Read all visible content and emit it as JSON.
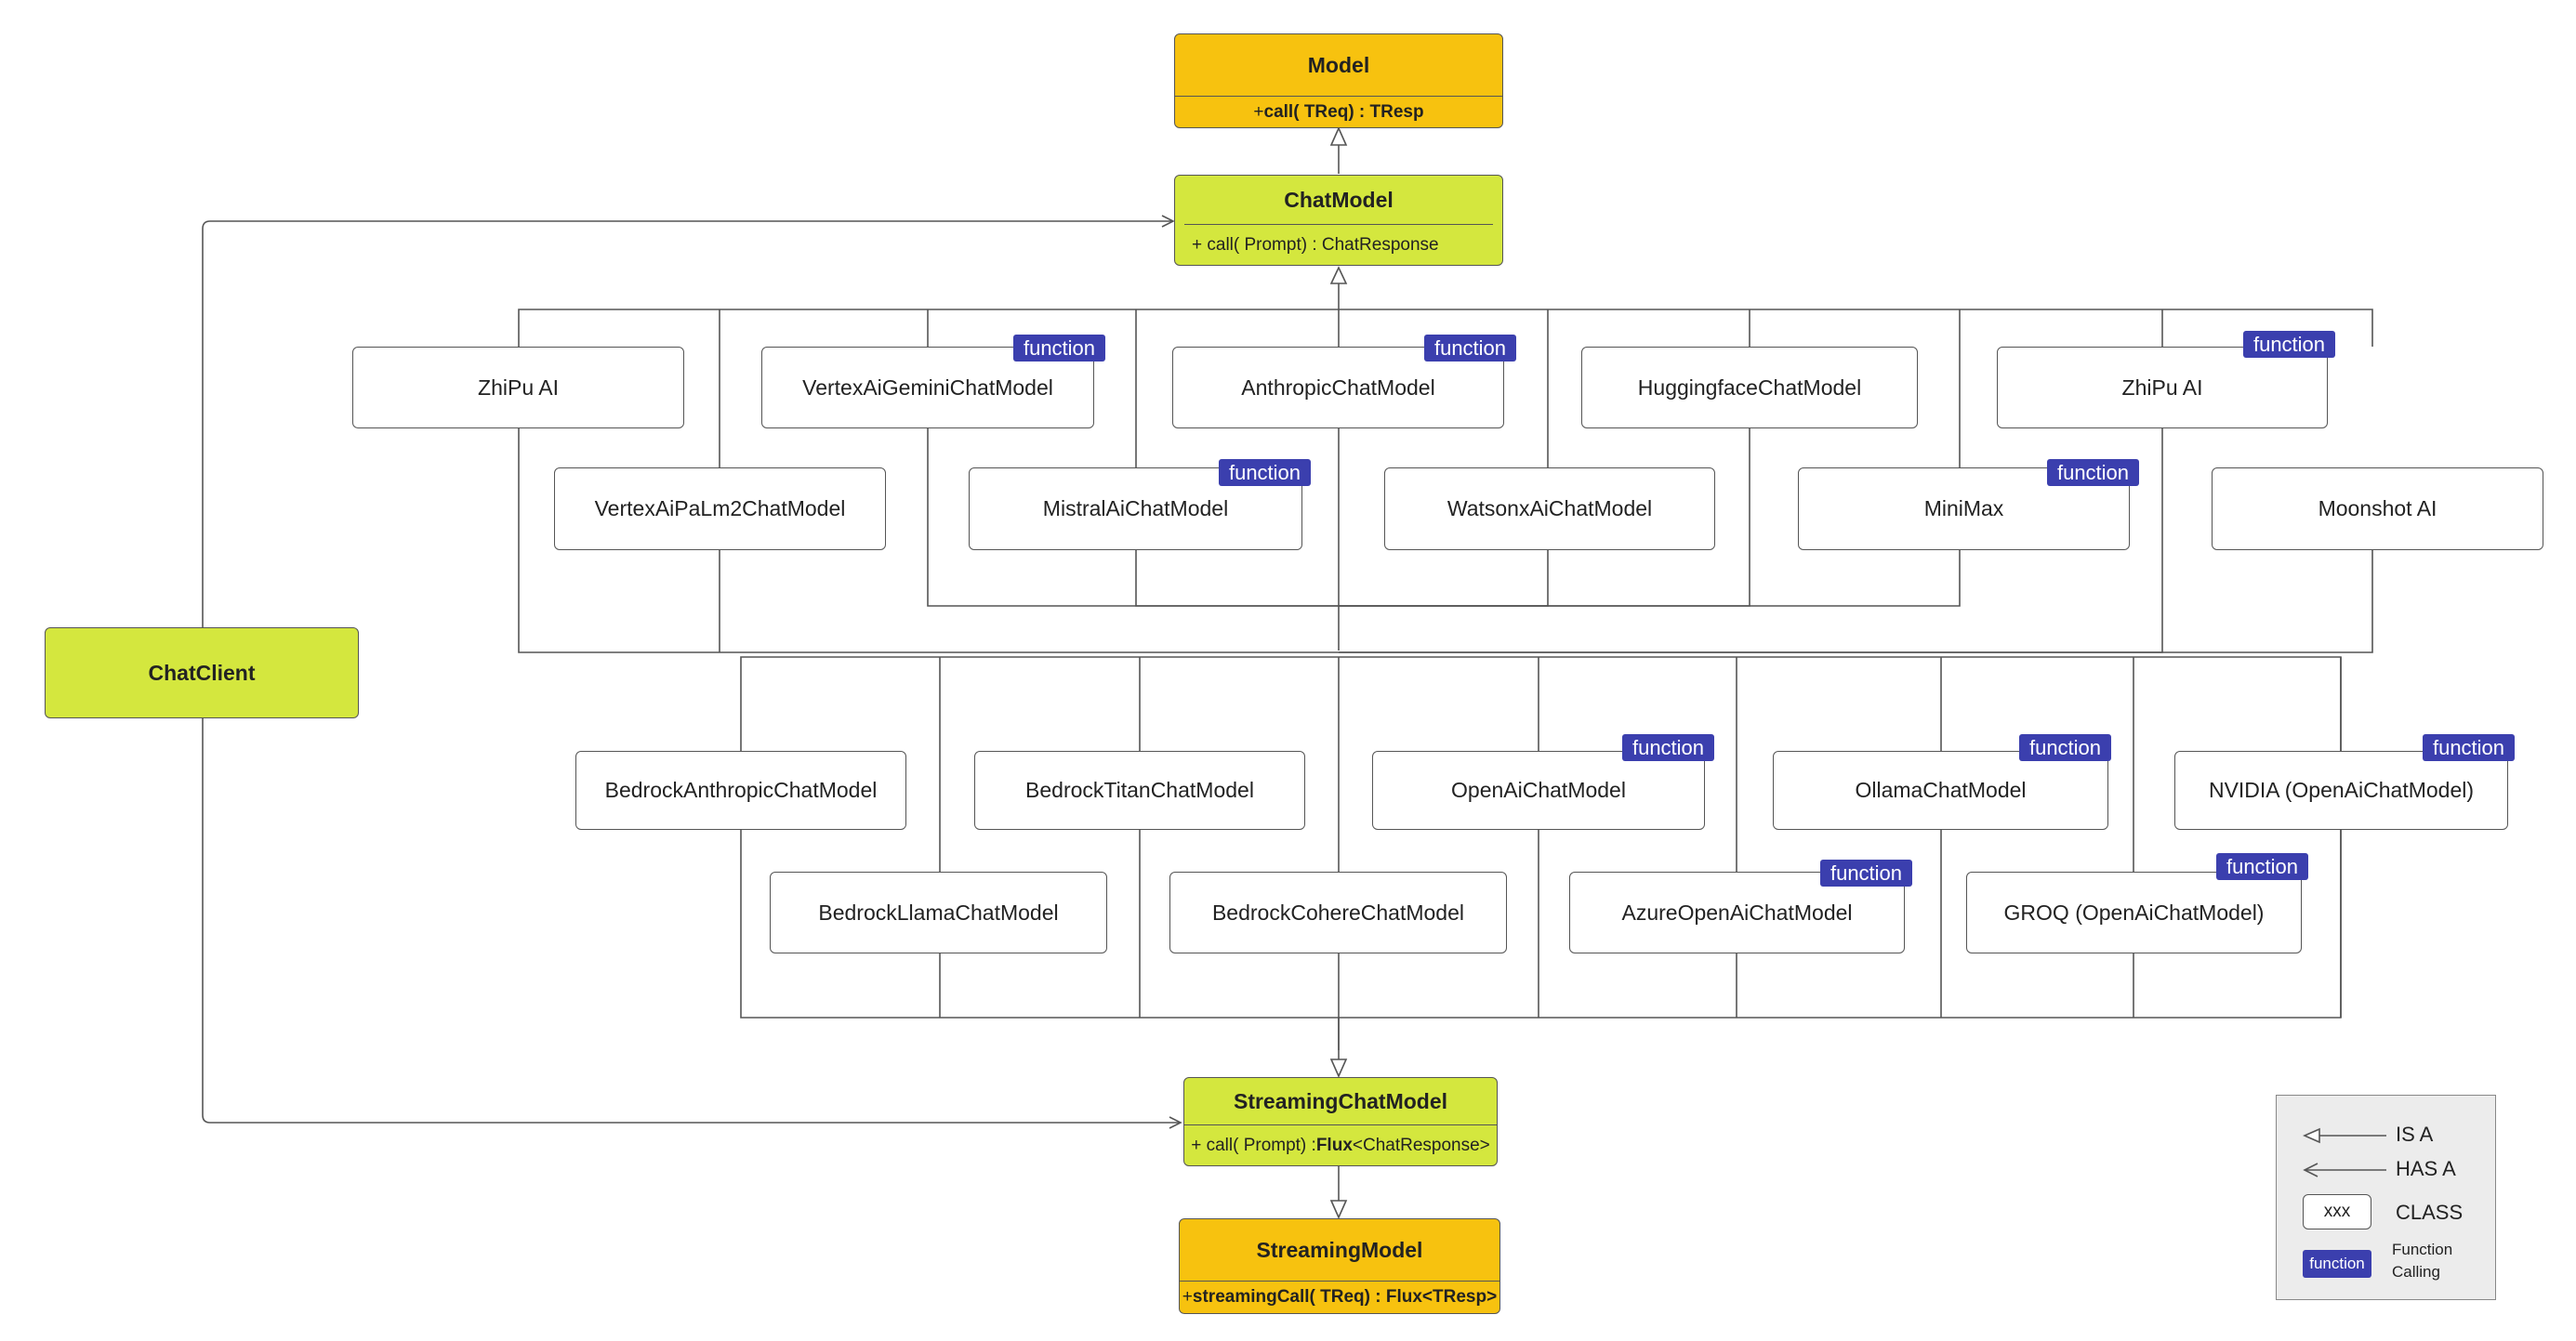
{
  "model": {
    "title": "Model",
    "method_prefix": "+ ",
    "method": "call( TReq) : TResp"
  },
  "chat_model": {
    "title": "ChatModel",
    "method": "+ call( Prompt) : ChatResponse"
  },
  "chat_client": {
    "title": "ChatClient"
  },
  "streaming_chat_model": {
    "title": "StreamingChatModel",
    "method_a": "+ call( Prompt) : ",
    "method_b": "Flux",
    "method_c": "<ChatResponse>"
  },
  "streaming_model": {
    "title": "StreamingModel",
    "method_prefix": "+ ",
    "method": "streamingCall( TReq) : Flux<TResp>"
  },
  "function_tag": "function",
  "upper_models": [
    {
      "name": "ZhiPu AI",
      "function": false
    },
    {
      "name": "VertexAiGeminiChatModel",
      "function": true
    },
    {
      "name": "AnthropicChatModel",
      "function": true
    },
    {
      "name": "HuggingfaceChatModel",
      "function": false
    },
    {
      "name": "ZhiPu AI",
      "function": true
    },
    {
      "name": "VertexAiPaLm2ChatModel",
      "function": false
    },
    {
      "name": "MistralAiChatModel",
      "function": true
    },
    {
      "name": "WatsonxAiChatModel",
      "function": false
    },
    {
      "name": "MiniMax",
      "function": true
    },
    {
      "name": "Moonshot AI",
      "function": false
    }
  ],
  "lower_models": [
    {
      "name": "BedrockAnthropicChatModel",
      "function": false
    },
    {
      "name": "BedrockTitanChatModel",
      "function": false
    },
    {
      "name": "OpenAiChatModel",
      "function": true
    },
    {
      "name": "OllamaChatModel",
      "function": true
    },
    {
      "name": "NVIDIA (OpenAiChatModel)",
      "function": true
    },
    {
      "name": "BedrockLlamaChatModel",
      "function": false
    },
    {
      "name": "BedrockCohereChatModel",
      "function": false
    },
    {
      "name": "AzureOpenAiChatModel",
      "function": true
    },
    {
      "name": "GROQ (OpenAiChatModel)",
      "function": true
    }
  ],
  "legend": {
    "is_a": "IS A",
    "has_a": "HAS A",
    "class_sample": "xxx",
    "class": "CLASS",
    "function_sample": "function",
    "function_calling_1": "Function",
    "function_calling_2": "Calling"
  },
  "colors": {
    "orange": "#f7c20f",
    "green": "#d4e73e",
    "function_tag": "#3b3fae"
  }
}
